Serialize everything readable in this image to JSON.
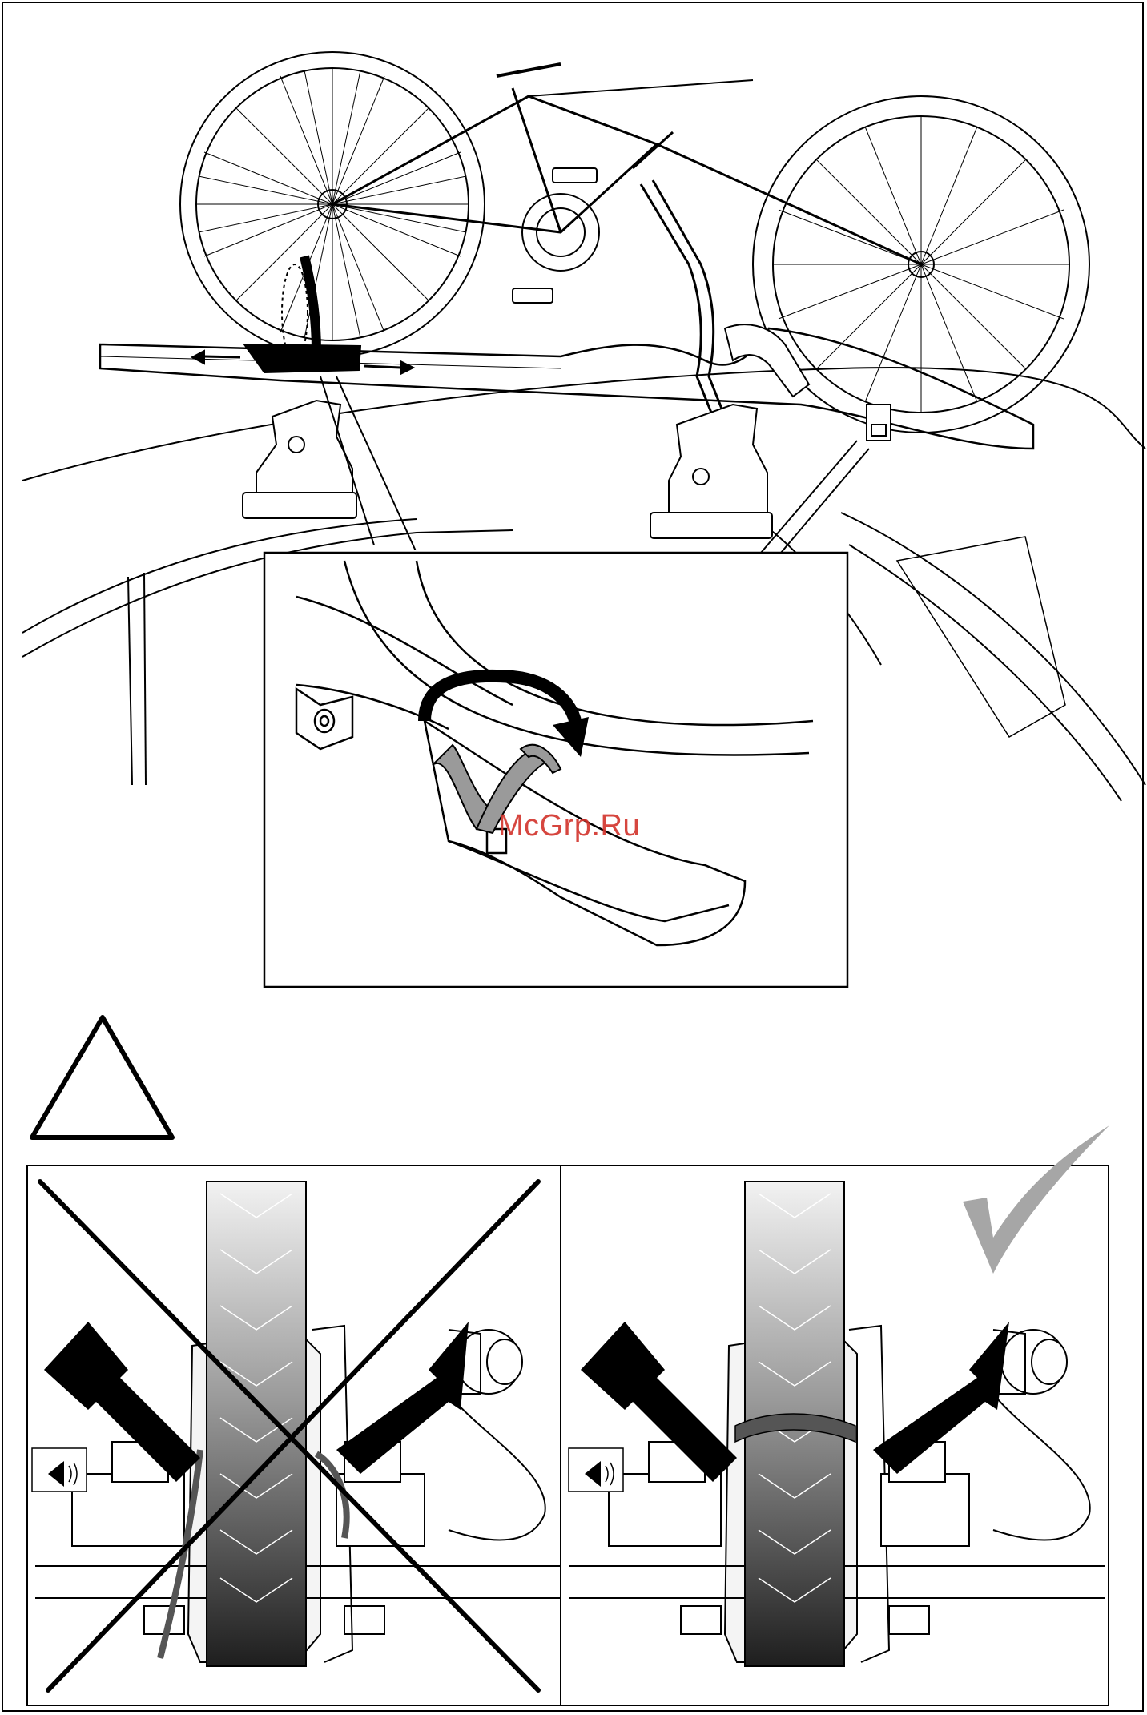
{
  "watermark": {
    "text": "McGrp.Ru",
    "color": "#d2322b"
  },
  "figures": {
    "top": {
      "icon": "bike-on-roof-rack-illustration"
    },
    "detail": {
      "icon": "strap-wrap-detail-illustration"
    },
    "warning": {
      "icon": "warning-triangle-icon"
    },
    "incorrect": {
      "icon": "cross-icon",
      "marker": "wrong"
    },
    "correct": {
      "icon": "checkmark-icon",
      "marker": "correct"
    }
  },
  "colors": {
    "line": "#000000",
    "strap": "#9a9a9a",
    "check": "#a6a6a6"
  }
}
